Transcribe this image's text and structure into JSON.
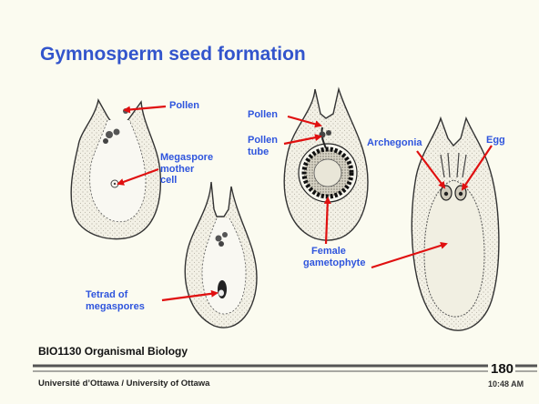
{
  "slide": {
    "title": "Gymnosperm seed formation",
    "course": "BIO1130 Organismal Biology",
    "university": "Université d’Ottawa / University of Ottawa",
    "slide_number": "180",
    "time": "10:48 AM"
  },
  "labels": {
    "pollen_1": "Pollen",
    "megaspore_mother_cell": [
      "Megaspore",
      "mother",
      "cell"
    ],
    "tetrad_of_megaspores": [
      "Tetrad of",
      "megaspores"
    ],
    "pollen_2": "Pollen",
    "pollen_tube": [
      "Pollen",
      "tube"
    ],
    "female_gametophyte": [
      "Female",
      "gametophyte"
    ],
    "archegonia": "Archegonia",
    "egg": "Egg"
  },
  "colors": {
    "title": "#3355cc",
    "label": "#2f55dd",
    "arrow": "#e01010",
    "rule": "#555555",
    "background": "#fbfbf0"
  }
}
